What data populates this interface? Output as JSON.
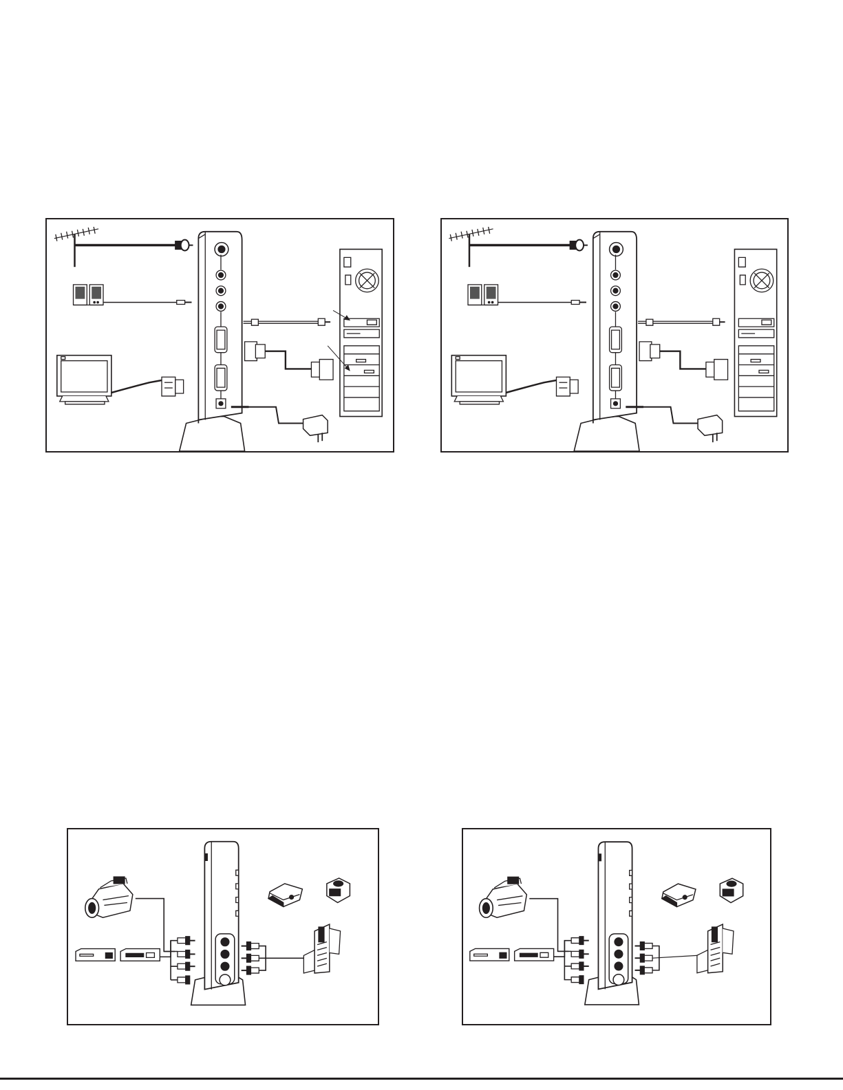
{
  "figures": [
    {
      "id": "connection-diagram-pc",
      "callout_arrows": true
    },
    {
      "id": "connection-diagram-pc-alt",
      "callout_arrows": false
    },
    {
      "id": "av-connection-diagram",
      "variant": "a"
    },
    {
      "id": "av-connection-diagram",
      "variant": "b"
    }
  ],
  "colors": {
    "ink": "#231f20",
    "paper": "#ffffff"
  },
  "icons": [
    "antenna-icon",
    "speakers-icon",
    "monitor-icon",
    "vga-plug-icon",
    "pc-tower-icon",
    "power-adapter-icon",
    "tv-box-icon",
    "camcorder-icon",
    "vcr-icon",
    "dvd-player-icon",
    "projector-icon",
    "game-console-icon",
    "tv-set-icon",
    "rca-plug-icon"
  ]
}
